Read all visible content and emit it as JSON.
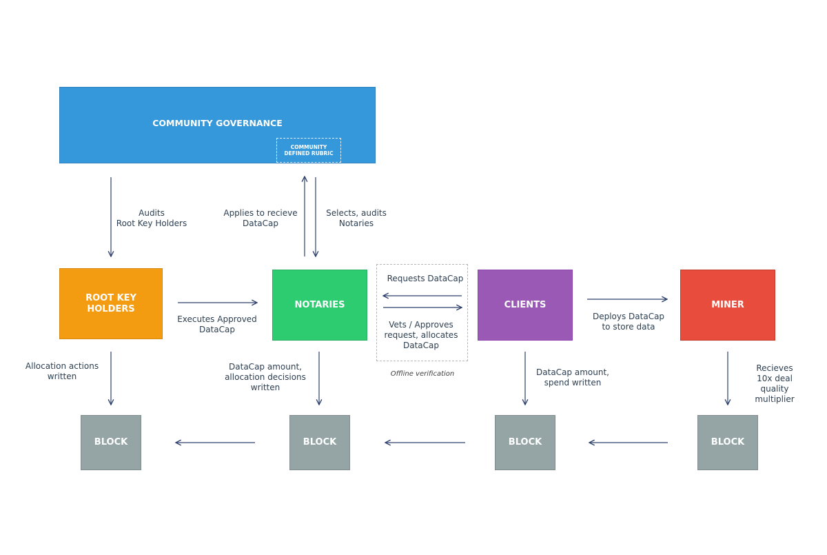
{
  "nodes": {
    "community_governance": "COMMUNITY GOVERNANCE",
    "community_rubric": "COMMUNITY\nDEFINED RUBRIC",
    "root_key_holders": "ROOT KEY\nHOLDERS",
    "notaries": "NOTARIES",
    "clients": "CLIENTS",
    "miner": "MINER",
    "block": "BLOCK"
  },
  "labels": {
    "audits_root_key_holders": "Audits\nRoot Key Holders",
    "applies_to_receive_datacap": "Applies to recieve\nDataCap",
    "selects_audits_notaries": "Selects, audits\nNotaries",
    "executes_approved_datacap": "Executes Approved\nDataCap",
    "requests_datacap": "Requests DataCap",
    "vets_approves": "Vets / Approves\nrequest,  allocates\nDataCap",
    "offline_verification": "Offline verification",
    "deploys_datacap": "Deploys DataCap\nto store data",
    "allocation_actions_written": "Allocation actions\nwritten",
    "datacap_allocation_decisions": "DataCap amount,\nallocation decisions\nwritten",
    "datacap_spend_written": "DataCap amount,\nspend written",
    "receives_10x": "Recieves 10x deal\nquality multiplier"
  },
  "colors": {
    "governance": "#3498db",
    "root_key_holders": "#f39c12",
    "notaries": "#2ecc71",
    "clients": "#9b59b6",
    "miner": "#e74c3c",
    "block": "#95a5a6",
    "arrow": "#2c3e6b"
  }
}
